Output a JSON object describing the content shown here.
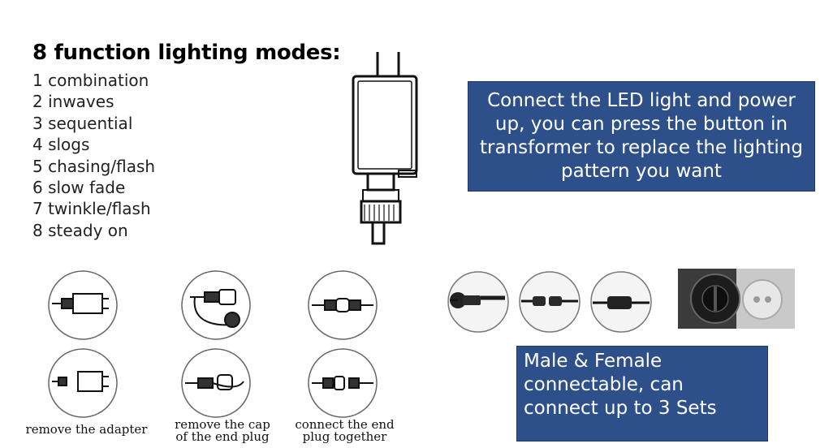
{
  "heading": "8 function lighting modes:",
  "modes": [
    "1 combination",
    "2 inwaves",
    "3 sequential",
    "4 slogs",
    "5 chasing/flash",
    "6 slow fade",
    "7 twinkle/flash",
    "8 steady on"
  ],
  "info_box_1": "Connect the LED light and power up, you can press the button in transformer to replace the lighting pattern you want",
  "info_box_2": "Male & Female connectable, can connect up to 3 Sets",
  "captions": {
    "remove_adapter": "remove the adapter",
    "remove_cap_line1": "remove the cap",
    "remove_cap_line2": "of the end plug",
    "connect_end_line1": "connect the end",
    "connect_end_line2": "plug together"
  },
  "colors": {
    "box_fill": "#2d4f8a",
    "box_text": "#ffffff"
  }
}
